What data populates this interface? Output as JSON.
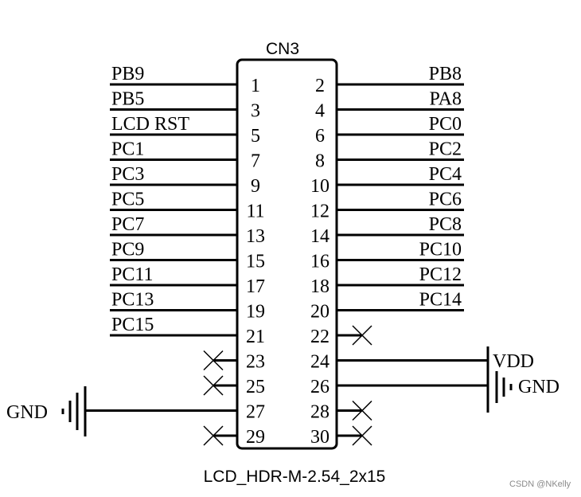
{
  "component": {
    "designator": "CN3",
    "part_name": "LCD_HDR-M-2.54_2x15"
  },
  "pins": [
    {
      "num": "1",
      "net": "PB9"
    },
    {
      "num": "2",
      "net": "PB8"
    },
    {
      "num": "3",
      "net": "PB5"
    },
    {
      "num": "4",
      "net": "PA8"
    },
    {
      "num": "5",
      "net": "LCD_RST"
    },
    {
      "num": "6",
      "net": "PC0"
    },
    {
      "num": "7",
      "net": "PC1"
    },
    {
      "num": "8",
      "net": "PC2"
    },
    {
      "num": "9",
      "net": "PC3"
    },
    {
      "num": "10",
      "net": "PC4"
    },
    {
      "num": "11",
      "net": "PC5"
    },
    {
      "num": "12",
      "net": "PC6"
    },
    {
      "num": "13",
      "net": "PC7"
    },
    {
      "num": "14",
      "net": "PC8"
    },
    {
      "num": "15",
      "net": "PC9"
    },
    {
      "num": "16",
      "net": "PC10"
    },
    {
      "num": "17",
      "net": "PC11"
    },
    {
      "num": "18",
      "net": "PC12"
    },
    {
      "num": "19",
      "net": "PC13"
    },
    {
      "num": "20",
      "net": "PC14"
    },
    {
      "num": "21",
      "net": "PC15"
    },
    {
      "num": "22",
      "net": ""
    },
    {
      "num": "23",
      "net": ""
    },
    {
      "num": "24",
      "net": "VDD"
    },
    {
      "num": "25",
      "net": ""
    },
    {
      "num": "26",
      "net": "GND"
    },
    {
      "num": "27",
      "net": "GND"
    },
    {
      "num": "28",
      "net": ""
    },
    {
      "num": "29",
      "net": ""
    },
    {
      "num": "30",
      "net": ""
    }
  ],
  "power_labels": {
    "vdd": "VDD",
    "gnd_right": "GND",
    "gnd_left": "GND"
  },
  "watermark": "CSDN @NKelly"
}
